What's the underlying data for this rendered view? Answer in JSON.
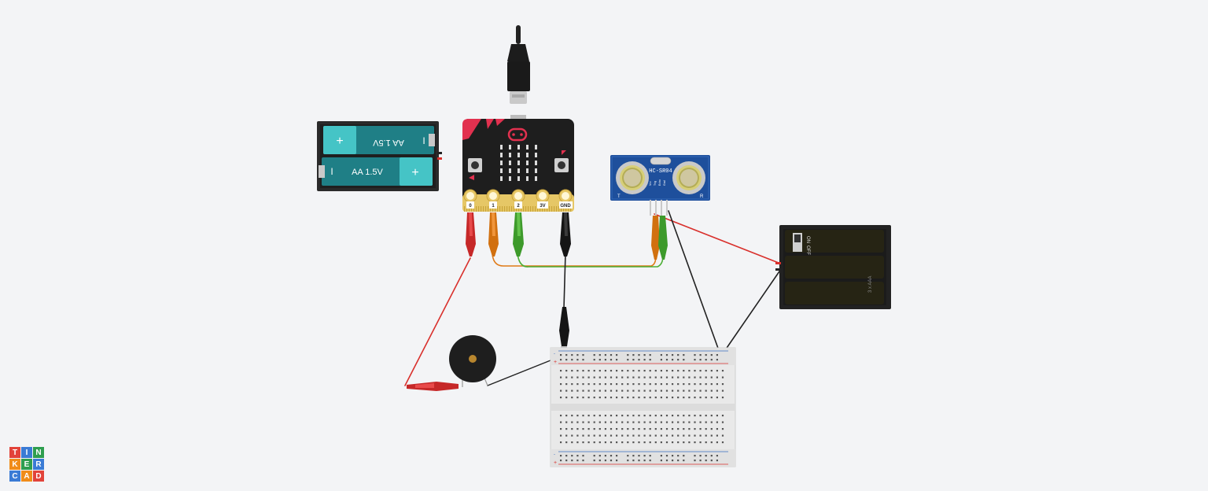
{
  "battery_aa": {
    "cell_top_label": "AA 1.5V",
    "cell_bottom_label": "AA 1.5V",
    "plus": "+",
    "minus": "I"
  },
  "microbit": {
    "pin_labels": [
      "0",
      "1",
      "2",
      "3V",
      "GND"
    ]
  },
  "sensor": {
    "model": "HC-SR04",
    "pin_labels": [
      "Vcc",
      "Trig",
      "Echo",
      "Gnd"
    ],
    "t_label": "T",
    "r_label": "R"
  },
  "battery_aaa": {
    "switch_on": "ON",
    "switch_off": "OFF",
    "label": "3 x AAA"
  },
  "breadboard": {
    "plus": "+",
    "minus": "-"
  },
  "logo": [
    "T",
    "I",
    "N",
    "K",
    "E",
    "R",
    "C",
    "A",
    "D"
  ],
  "colors": {
    "logo": [
      "#e2433a",
      "#3a7bd5",
      "#2e9e4f",
      "#f08c1a",
      "#2e9e4f",
      "#3a7bd5",
      "#3a7bd5",
      "#f08c1a",
      "#e2433a"
    ],
    "wire_red": "#d9302c",
    "wire_orange": "#e07a17",
    "wire_green": "#4cae35",
    "wire_black": "#222222",
    "microbit_body": "#1e1e1e",
    "microbit_accent": "#e2314f",
    "sensor_pcb": "#1e4f9c",
    "battery_teal": "#1f7f86",
    "battery_teal_light": "#45c4c6"
  }
}
